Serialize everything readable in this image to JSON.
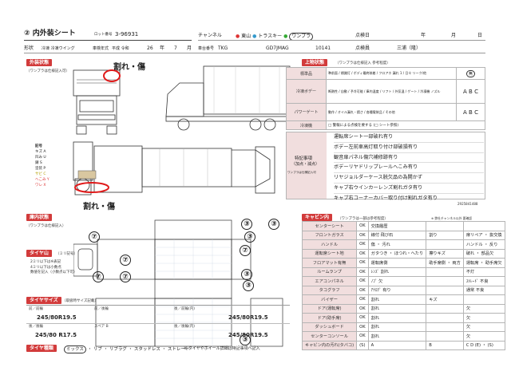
{
  "header": {
    "title": "② 内外装シート",
    "lot_label": "ロット番号",
    "lot_no": "3-96931",
    "channel_label": "チャンネル",
    "channel_options": [
      "東山",
      "トラスキー",
      "ワンプラ"
    ],
    "inspector_label": "点検日",
    "date_parts": [
      "年",
      "月",
      "日"
    ],
    "shape_label": "形状",
    "shape_value": "冷凍 冷凍ウイング",
    "year_label": "車検年式",
    "era": "平成 令和",
    "year": "26",
    "year_unit": "年",
    "month": "7",
    "month_unit": "月",
    "model_label": "車台番号",
    "model_prefix": "TKG",
    "model_code": "GD7JMAG",
    "chassis_no": "10141",
    "checker_label": "点検員",
    "checker": "三浦（隆）"
  },
  "exterior": {
    "label": "外装状態",
    "note": "（ワンプラは仕様記入可）",
    "annotation_top": "割れ・傷",
    "annotation_bottom": "割れ・傷",
    "legend_title": "記号",
    "legend": [
      "キズ A",
      "凹み U",
      "錆 S",
      "塗装 P",
      "サビ C",
      "へこみ Y",
      "ワレ X"
    ]
  },
  "equipment": {
    "label": "上物状態",
    "note": "（ワンプラは仕様記入 参考程度）",
    "rows": [
      {
        "label": "標準品",
        "value": "準前面 / 標識灯 / ボディ最終装着 / フロアホ 漏れ 1 / 日々 リーク/他",
        "choice": "無"
      },
      {
        "label": "冷凍ボデー",
        "value": "断熱性 / 自動 / 予冷可能 / 庫内温度 / リフト / 外気温 / ゲート / 冷凍機 ノズル",
        "choice": "A  B  C"
      },
      {
        "label": "パワーゲート",
        "value": "動作 / オイル漏れ・錆さ / 各種電装品 / その他",
        "choice": "A  B  C"
      },
      {
        "label": "冷凍機",
        "value": "□ 警報による点検を要する   (□ シート参照)",
        "choice": ""
      }
    ],
    "special_label": "特記事項",
    "special_sub": "（加点・減点）",
    "special_note": "ワンプラは仕様記入可",
    "special_items": [
      "運転席シート一部破れ有り",
      "ボデー左前車高灯取り付け部破損有り",
      "観音扉パネル傷穴補修跡有り",
      "ボデーリヤドリップレールへこみ有り",
      "リヤジョルダーケース脱欠品の為開かず",
      "キャブ右ウインカーレンズ割れガタ有り",
      "キャブ右コーナーカバー取り付け割れガタ有り"
    ],
    "code": "2925841488"
  },
  "interior": {
    "label": "庫内状態",
    "note": "（ワンプラは仕様記入）",
    "marks": [
      "③",
      "③",
      "③",
      "③",
      "③",
      "③"
    ]
  },
  "tire_depth": {
    "label": "タイヤ山",
    "note": "（ミリ記号）",
    "desc": [
      "2ミリ以下は※表記",
      "4ミリ以下は小数点",
      "数値を記入（小数点以下可）"
    ],
    "marks": [
      "⑦",
      "⑦",
      "⑦",
      "⑦",
      "⑦"
    ]
  },
  "tire_size": {
    "label": "タイヤサイズ",
    "note": "（取扱時サイズ記載）",
    "cells": [
      {
        "caption": "前／前輪",
        "value": "245/80R19.5"
      },
      {
        "caption": "前／後輪",
        "value": ""
      },
      {
        "caption": "後／前輪(内)",
        "value": "245/80R19.5"
      },
      {
        "caption": "後／後輪",
        "value": "245/80 R17.5"
      },
      {
        "caption": "スペア B",
        "value": ""
      },
      {
        "caption": "後／後輪(内)",
        "value": "245/80R19.5"
      }
    ]
  },
  "tire_type": {
    "label": "タイヤ種類",
    "options": [
      "ミックス",
      "リブ",
      "リブラグ",
      "スタッドレス",
      "ストレート"
    ],
    "selected": "ミックス",
    "note": "※ タイヤやホイール詳細は特記事項へ記入"
  },
  "cabin": {
    "label": "キャビン内",
    "note": "（ワンプラは一部は参考程度）",
    "right_note": "※ 弊社チャンネル以外 要確認",
    "rows": [
      {
        "label": "センターシート",
        "c1": "OK",
        "c2": "交換履歴",
        "c3": "",
        "c4": ""
      },
      {
        "label": "フロントガラス",
        "c1": "OK",
        "c2": "線付 飛び石",
        "c3": "割り",
        "c4": "扉リペア ・ 抜交換"
      },
      {
        "label": "ハンドル",
        "c1": "OK",
        "c2": "傷 ・ 汚れ",
        "c3": "",
        "c4": "ハンドル ・ 反り"
      },
      {
        "label": "運転席シート地",
        "c1": "OK",
        "c2": "ガタつき ・ ほつれ・へたり",
        "c3": "擦りキズ",
        "c4": "破れ ・ 部品欠"
      },
      {
        "label": "フロアマット有無",
        "c1": "OK",
        "c2": "運転席側",
        "c3": "助手席側 ・ 両方",
        "c4": "運転席 ・ 助手席欠"
      },
      {
        "label": "ルームランプ",
        "c1": "OK",
        "c2": "ﾚﾝｽﾞ 割れ",
        "c3": "",
        "c4": "不灯"
      },
      {
        "label": "エアコンパネル",
        "c1": "OK",
        "c2": "ﾉﾌﾞ 欠",
        "c3": "",
        "c4": "ｽﾄﾚｰﾄﾞ 不良"
      },
      {
        "label": "タコグラフ",
        "c1": "OK",
        "c2": "ｱﾅﾛｸﾞ 有り",
        "c3": "",
        "c4": "通常 不良"
      },
      {
        "label": "バイザー",
        "c1": "OK",
        "c2": "割れ",
        "c3": "キズ",
        "c4": ""
      },
      {
        "label": "ドア(運転席)",
        "c1": "OK",
        "c2": "割れ",
        "c3": "",
        "c4": "欠"
      },
      {
        "label": "ドア(助手席)",
        "c1": "OK",
        "c2": "割れ",
        "c3": "",
        "c4": "欠"
      },
      {
        "label": "ダッシュボード",
        "c1": "OK",
        "c2": "割れ",
        "c3": "",
        "c4": "欠"
      },
      {
        "label": "センターコンソール",
        "c1": "OK",
        "c2": "割れ",
        "c3": "",
        "c4": "欠"
      },
      {
        "label": "キャビン内の汚れ(タバコ)",
        "c1": "(S)",
        "c2": "A",
        "c3": "B",
        "c4": "C  D  (E)  ・  (S)"
      }
    ]
  }
}
